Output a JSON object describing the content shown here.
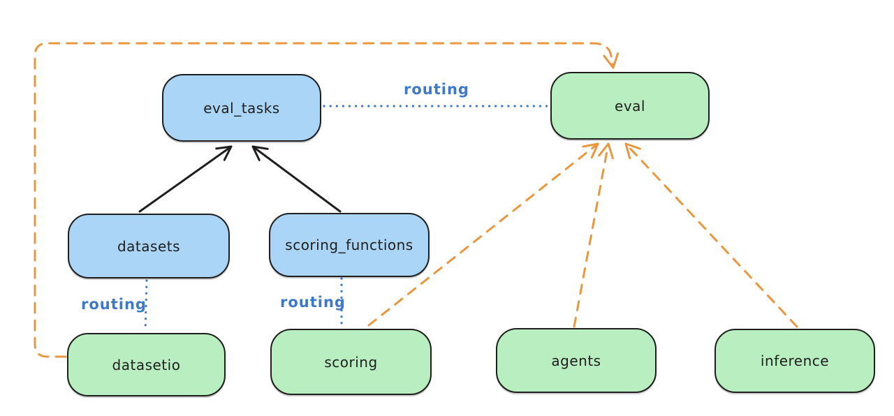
{
  "diagram": {
    "nodes": {
      "eval_tasks": {
        "label": "eval_tasks",
        "fill": "#abd5f7"
      },
      "eval": {
        "label": "eval",
        "fill": "#b9efc0"
      },
      "datasets": {
        "label": "datasets",
        "fill": "#abd5f7"
      },
      "scoring_functions": {
        "label": "scoring_functions",
        "fill": "#abd5f7"
      },
      "datasetio": {
        "label": "datasetio",
        "fill": "#b9efc0"
      },
      "scoring": {
        "label": "scoring",
        "fill": "#b9efc0"
      },
      "agents": {
        "label": "agents",
        "fill": "#b9efc0"
      },
      "inference": {
        "label": "inference",
        "fill": "#b9efc0"
      }
    },
    "edge_labels": {
      "eval_tasks_to_eval": "routing",
      "datasets_to_datasetio": "routing",
      "scoring_functions_to_scoring": "routing"
    },
    "colors": {
      "node_border": "#1e1e1e",
      "blue_fill": "#abd5f7",
      "green_fill": "#b9efc0",
      "routing_blue": "#3d78c9",
      "dependency_orange": "#e8973f",
      "arrow_black": "#1e1e1e",
      "background": "#ffffff"
    }
  }
}
